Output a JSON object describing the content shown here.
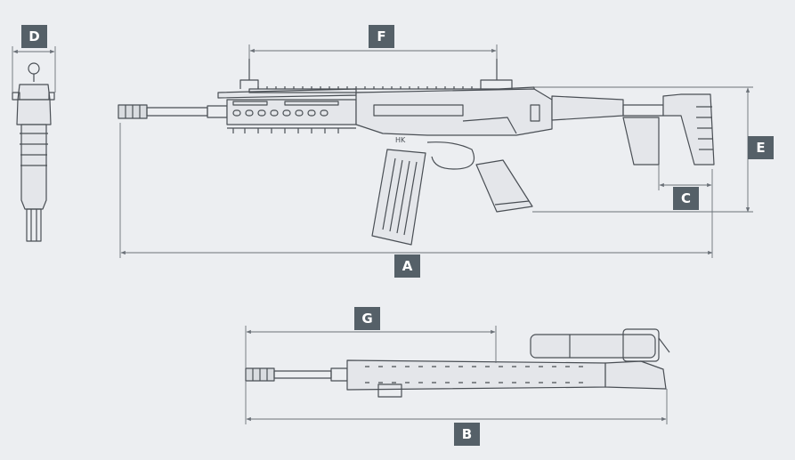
{
  "labels": {
    "a": "A",
    "b": "B",
    "c": "C",
    "d": "D",
    "e": "E",
    "f": "F",
    "g": "G"
  },
  "colors": {
    "background": "#eceef1",
    "line": "#4a4f55",
    "badge": "#556068",
    "badge_text": "#ffffff",
    "dimension": "#6b7178"
  },
  "views": [
    "side-view",
    "front-view",
    "top-view"
  ],
  "markings": {
    "logo": "HK"
  }
}
